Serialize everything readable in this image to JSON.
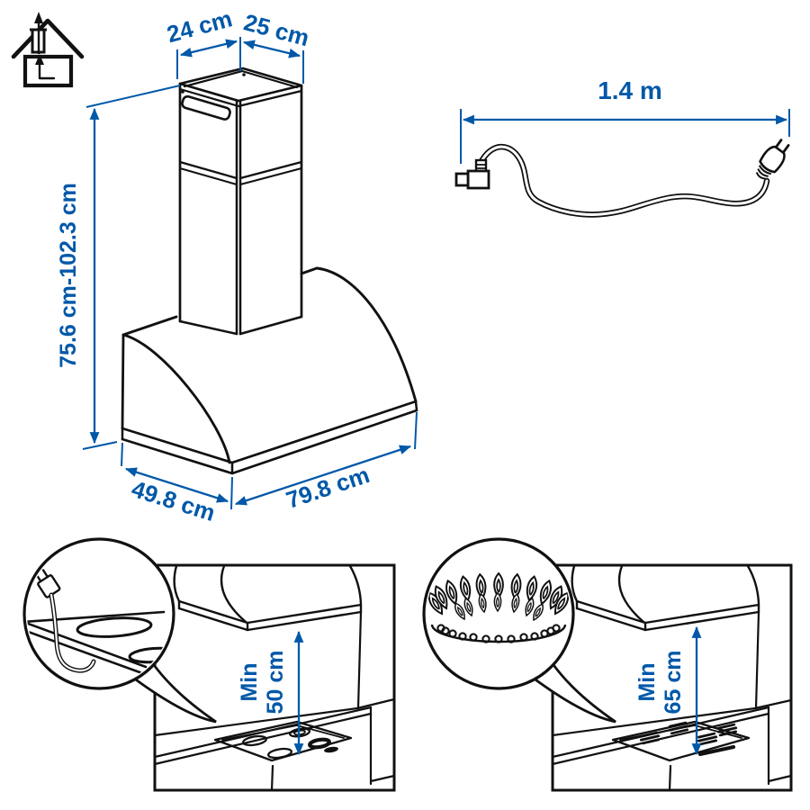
{
  "colors": {
    "dimension_blue": "#0058a8",
    "line_black": "#111111",
    "background": "#ffffff"
  },
  "icons": {
    "house_vent": "house-exhaust-vent-icon"
  },
  "main_hood": {
    "duct_top_width": "24 cm",
    "duct_top_depth": "25 cm",
    "height_range": "75.6 cm-102.3 cm",
    "base_depth": "49.8 cm",
    "base_width": "79.8 cm"
  },
  "power_cord": {
    "length": "1.4 m"
  },
  "clearances": {
    "electric": {
      "min_word": "Min",
      "distance": "50 cm"
    },
    "gas": {
      "min_word": "Min",
      "distance": "65 cm"
    }
  }
}
